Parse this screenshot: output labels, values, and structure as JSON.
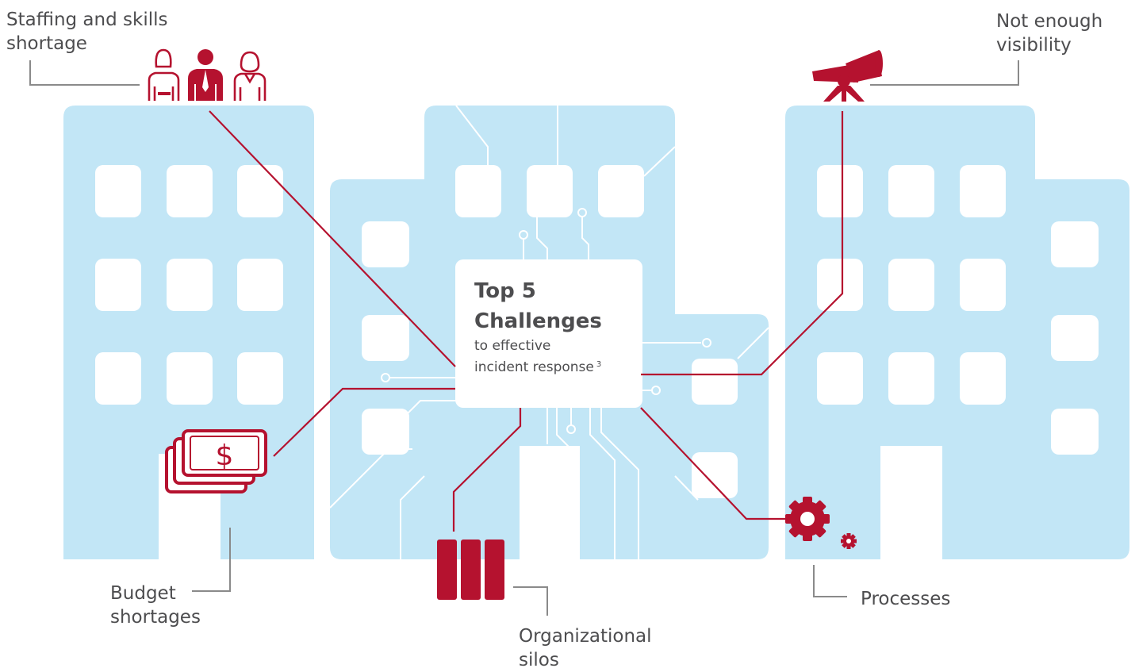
{
  "center": {
    "title_line1": "Top 5",
    "title_line2": "Challenges",
    "subtitle_line1": "to effective",
    "subtitle_line2": "incident response",
    "footnote": "3"
  },
  "challenges": {
    "staffing": {
      "line1": "Staffing and skills",
      "line2": "shortage",
      "icon": "people-icon"
    },
    "visibility": {
      "line1": "Not enough",
      "line2": "visibility",
      "icon": "telescope-icon"
    },
    "budget": {
      "line1": "Budget",
      "line2": "shortages",
      "icon": "money-icon"
    },
    "silos": {
      "line1": "Organizational",
      "line2": "silos",
      "icon": "silos-icon"
    },
    "processes": {
      "line1": "Processes",
      "icon": "gears-icon"
    }
  },
  "colors": {
    "building": "#c2e6f6",
    "window": "#ffffff",
    "accent": "#b5122f",
    "text": "#4d4d4f",
    "leader": "#8a8a8a"
  }
}
